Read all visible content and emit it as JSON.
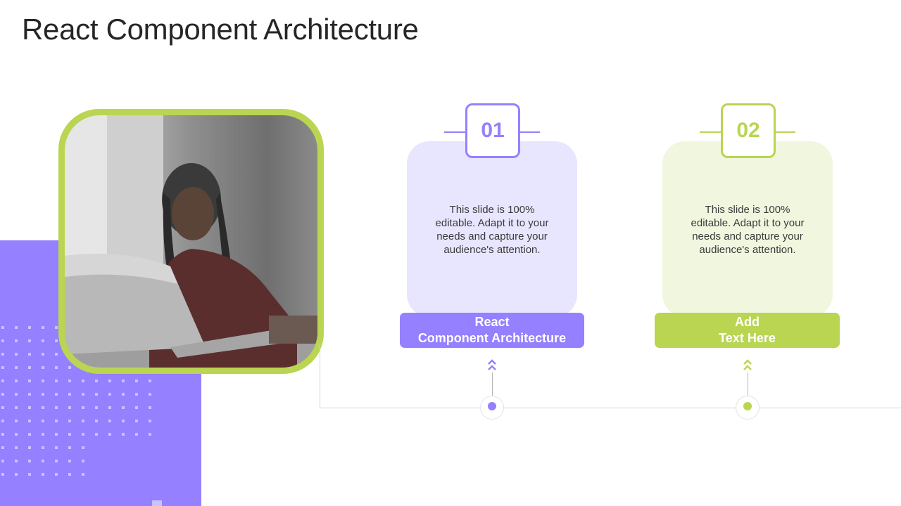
{
  "title": "React Component Architecture",
  "colors": {
    "purple": "#9580ff",
    "green": "#b9d552",
    "purple_light": "#e8e5fe",
    "green_light": "#f1f6df"
  },
  "steps": [
    {
      "number": "01",
      "body": "This slide is 100% editable. Adapt it to your needs and capture your audience's attention.",
      "label": "React\nComponent Architecture"
    },
    {
      "number": "02",
      "body": "This slide is 100% editable. Adapt it to your needs and capture your audience's attention.",
      "label": "Add\nText Here"
    }
  ]
}
